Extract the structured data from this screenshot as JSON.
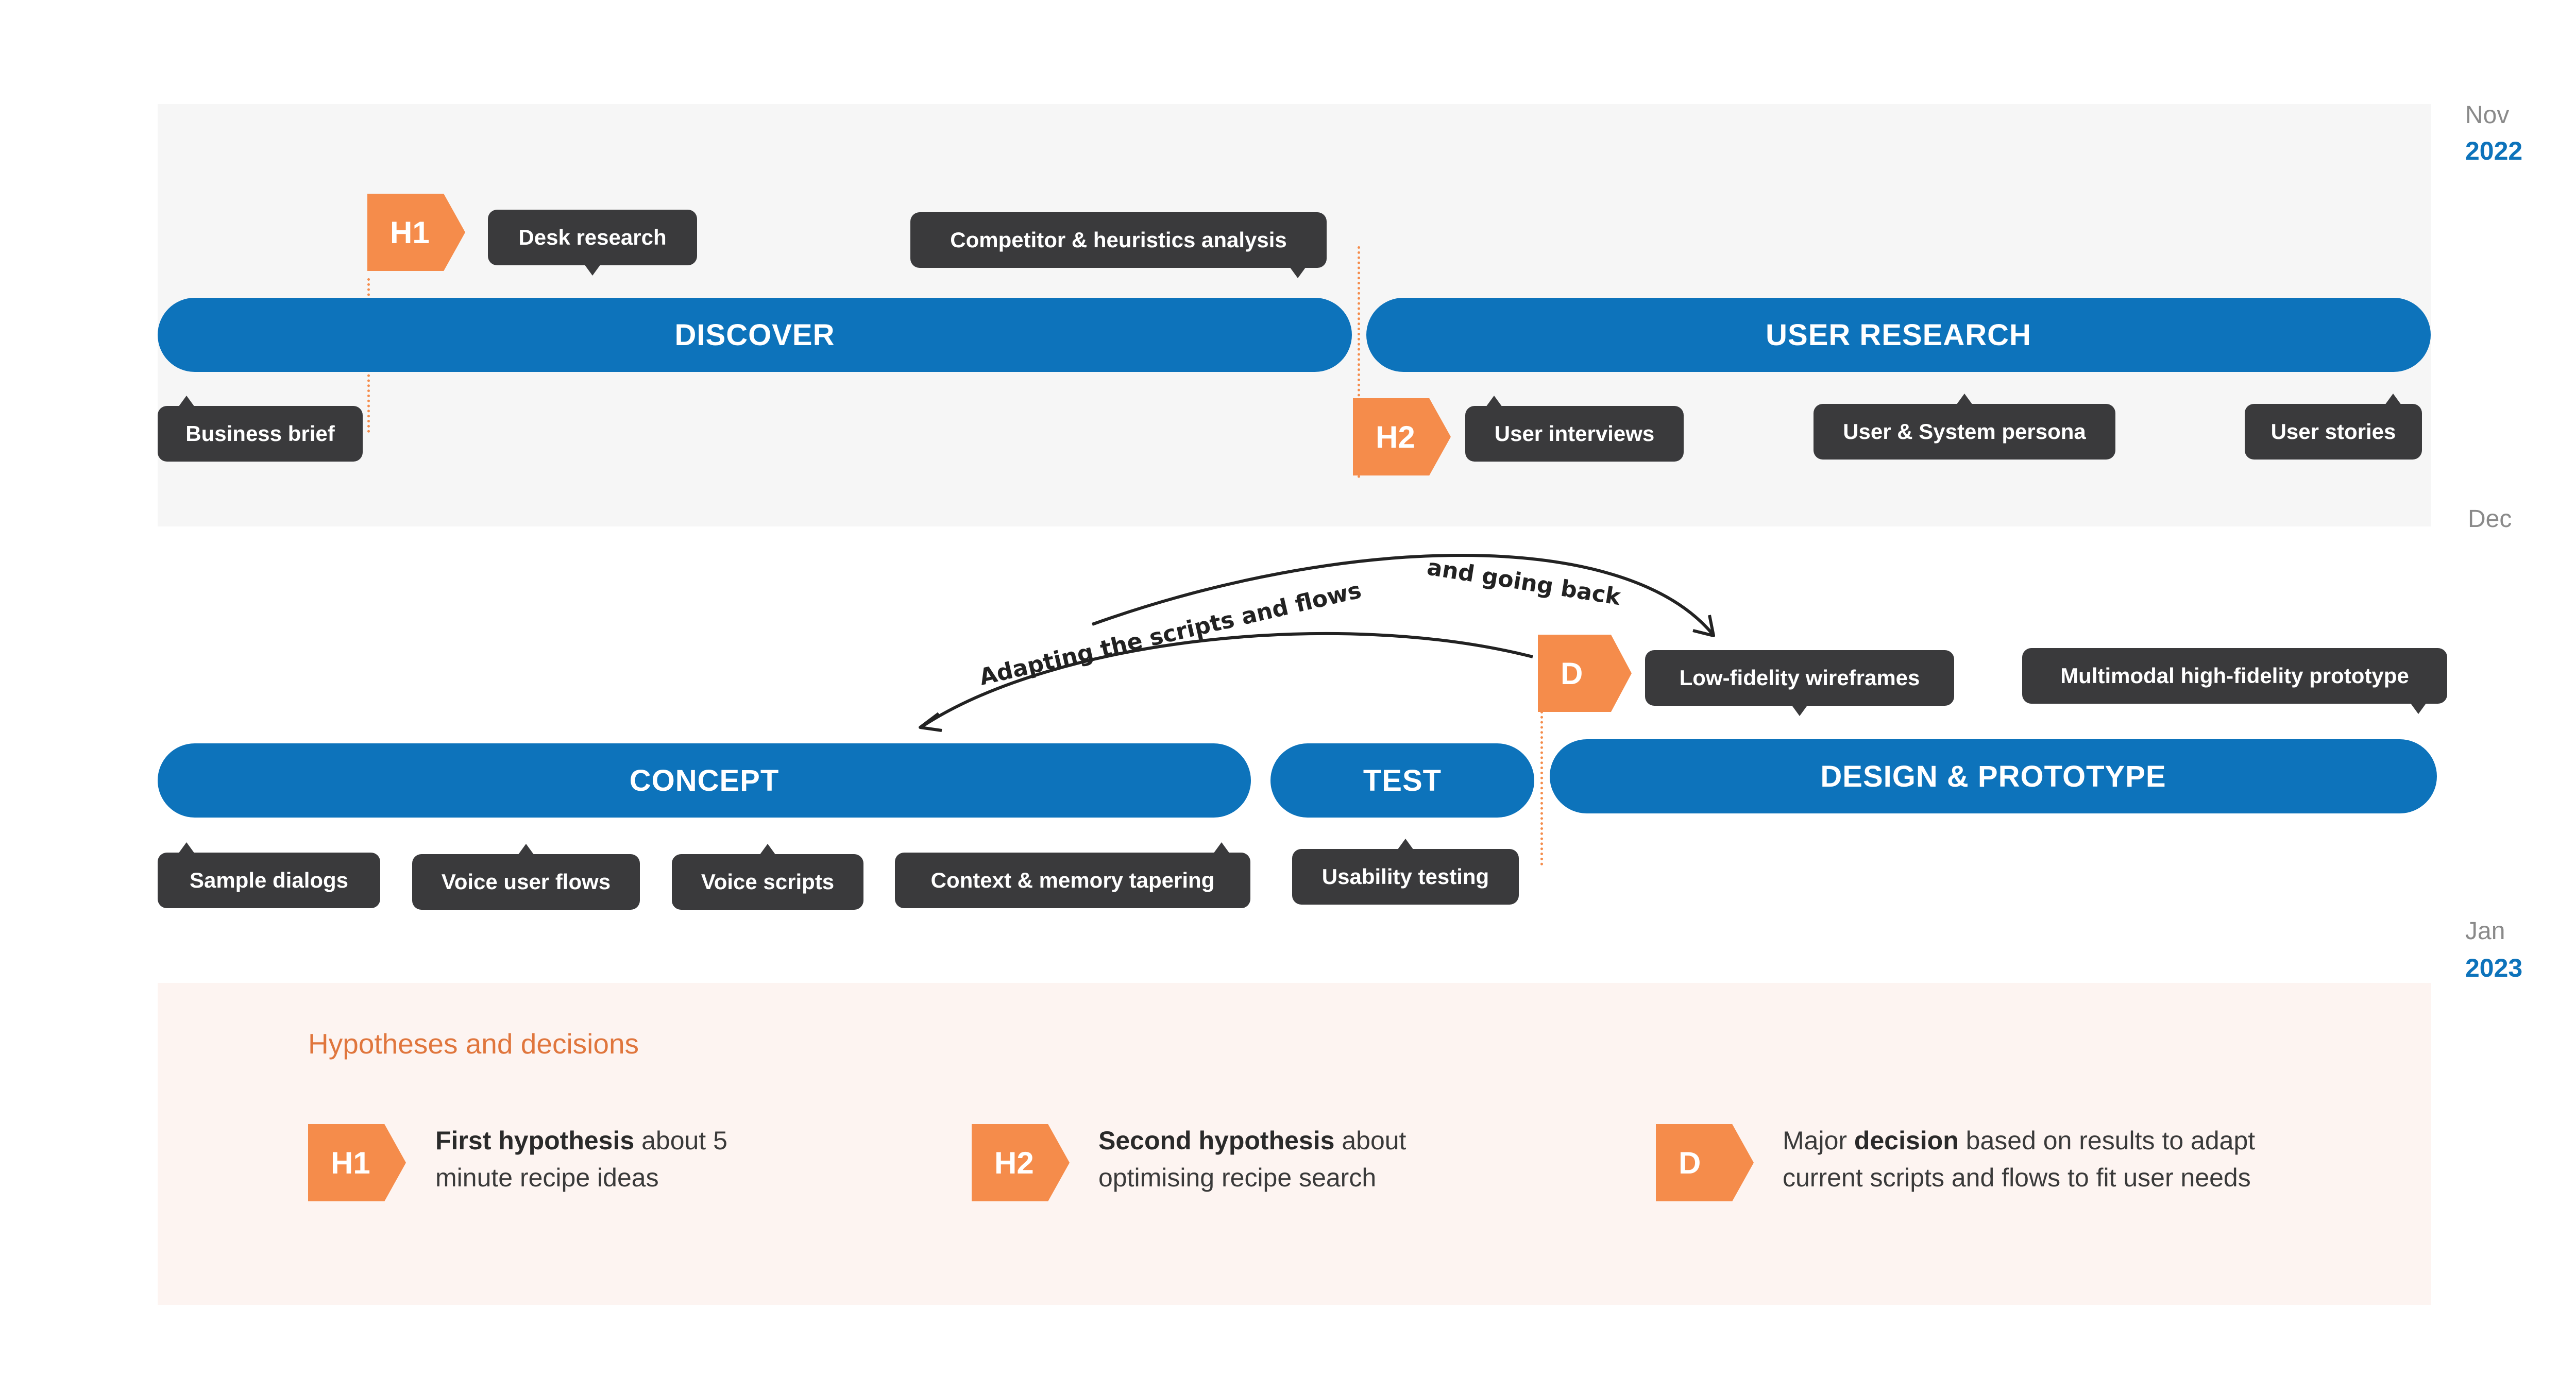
{
  "timeline": {
    "nov": "Nov",
    "year2022": "2022",
    "dec": "Dec",
    "jan": "Jan",
    "year2023": "2023"
  },
  "phases": {
    "discover": "DISCOVER",
    "user_research": "USER RESEARCH",
    "concept": "CONCEPT",
    "test": "TEST",
    "design": "DESIGN & PROTOTYPE"
  },
  "activities": {
    "desk_research": "Desk research",
    "competitor": "Competitor & heuristics analysis",
    "business_brief": "Business brief",
    "user_interviews": "User interviews",
    "persona": "User & System persona",
    "user_stories": "User stories",
    "low_fi": "Low-fidelity wireframes",
    "high_fi": "Multimodal high-fidelity prototype",
    "sample_dialogs": "Sample dialogs",
    "voice_flows": "Voice user flows",
    "voice_scripts": "Voice scripts",
    "context_memory": "Context & memory tapering",
    "usability": "Usability testing"
  },
  "markers": {
    "h1": "H1",
    "h2": "H2",
    "d": "D"
  },
  "arrows": {
    "adapting": "Adapting the scripts and flows",
    "going_back": "and going back"
  },
  "legend": {
    "title": "Hypotheses and decisions",
    "h1_bold": "First hypothesis",
    "h1_rest": " about 5",
    "h1_line2": "minute recipe ideas",
    "h2_bold": "Second hypothesis",
    "h2_rest": " about",
    "h2_line2": "optimising recipe search",
    "d_pre": "Major ",
    "d_bold": "decision",
    "d_rest": " based on results to adapt",
    "d_line2": "current scripts and flows to fit user needs"
  },
  "colors": {
    "phase_blue": "#0d73bb",
    "marker_orange": "#f58c4b",
    "pill_dark": "#3a3a3c",
    "legend_title": "#e0763d",
    "top_band": "#f6f6f6",
    "bottom_band": "#fdf4f1"
  }
}
